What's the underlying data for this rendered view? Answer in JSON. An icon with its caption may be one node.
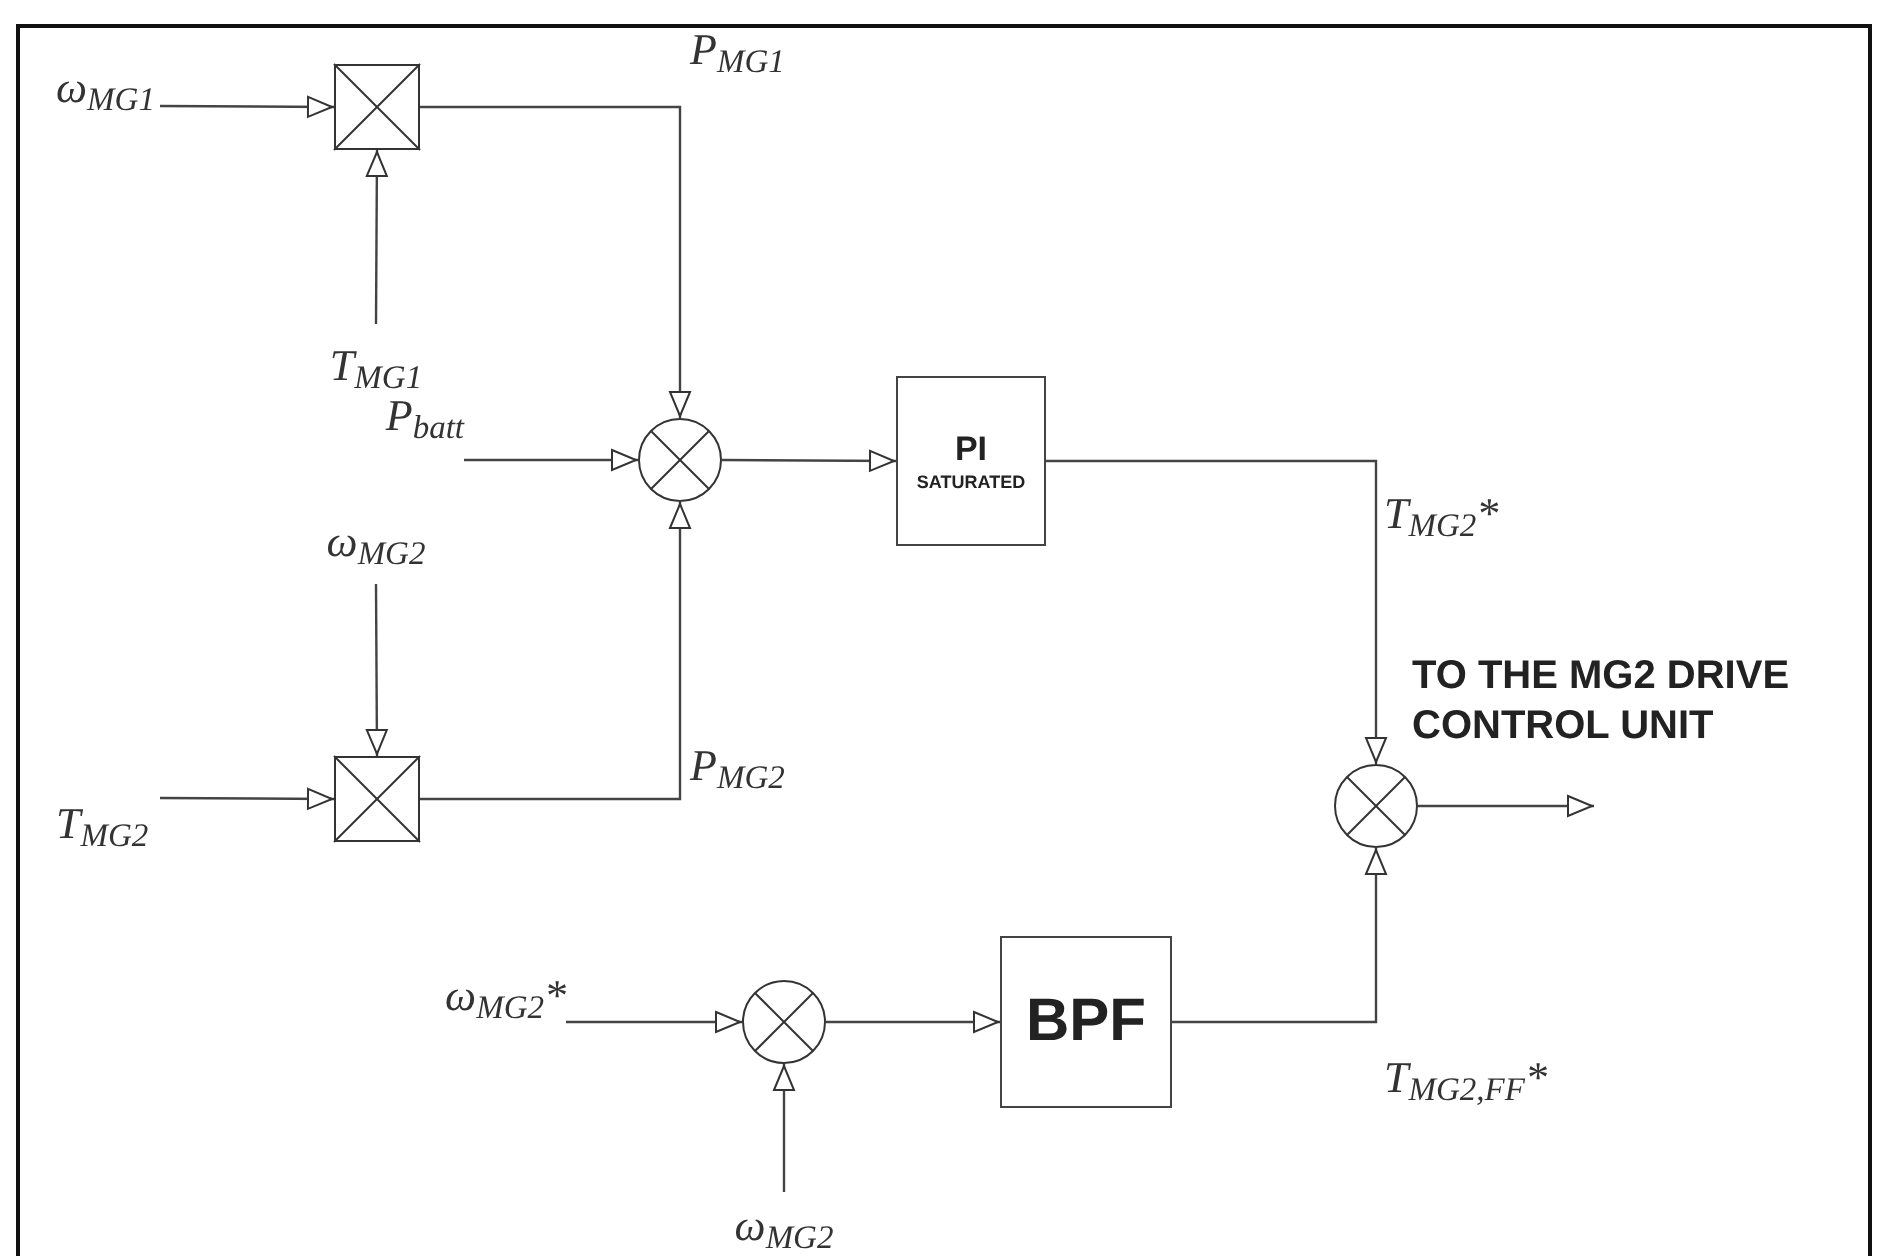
{
  "diagram": {
    "nodes": [
      {
        "text": [
          "ω$_{MG1}$"
        ]
      },
      {
        "text": [],
        "shape": "box"
      },
      {
        "text": [
          "T$_{MG1}$"
        ]
      },
      {
        "text": [
          "P$_{batt}$"
        ]
      },
      {
        "text": [],
        "shape": "circle"
      },
      {
        "text": [
          "PI",
          "SATURATED"
        ]
      },
      {
        "text": [
          "ω$_{MG2}$"
        ]
      },
      {
        "text": [
          "T$_{MG2}$"
        ]
      },
      {
        "text": [],
        "shape": "box"
      },
      {
        "text": [
          "ω$_{MG2}$*"
        ]
      },
      {
        "text": [],
        "shape": "circle"
      },
      {
        "text": [
          "ω$_{MG2}$"
        ]
      },
      {
        "text": [
          "BPF"
        ]
      },
      {
        "text": [],
        "shape": "circle"
      }
    ],
    "edges": [
      {
        "from": 0,
        "to": 1,
        "arrow": "to"
      },
      {
        "from": 2,
        "to": 1,
        "arrow": "to"
      },
      {
        "from": 1,
        "to": 4,
        "arrow": "to",
        "label": "P$_{MG1}$"
      },
      {
        "from": 3,
        "to": 4,
        "arrow": "to"
      },
      {
        "from": 6,
        "to": 8,
        "arrow": "to"
      },
      {
        "from": 7,
        "to": 8,
        "arrow": "to"
      },
      {
        "from": 8,
        "to": 4,
        "arrow": "to",
        "label": "P$_{MG2}$"
      },
      {
        "from": 4,
        "to": 5,
        "arrow": "to"
      },
      {
        "from": 5,
        "to": 13,
        "arrow": "to",
        "label": "T$_{MG2}$*"
      },
      {
        "from": 9,
        "to": 10,
        "arrow": "to"
      },
      {
        "from": 11,
        "to": 10,
        "arrow": "to"
      },
      {
        "from": 10,
        "to": 12,
        "arrow": "to"
      },
      {
        "from": 12,
        "to": 13,
        "arrow": "to",
        "label": "T$_{MG2,FF}$*"
      },
      {
        "from": 13,
        "to": null,
        "arrow": "to"
      }
    ],
    "labels": [
      "TO THE MG2 DRIVE CONTROL UNIT"
    ]
  }
}
